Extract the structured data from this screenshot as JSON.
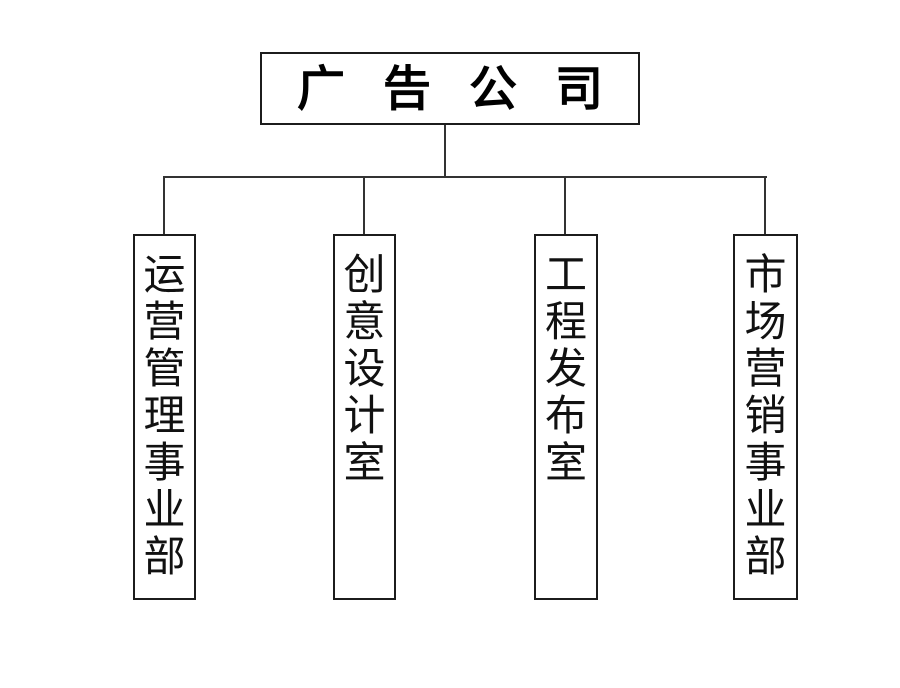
{
  "chart": {
    "type": "org-chart",
    "root_label": "广告公司",
    "departments": [
      {
        "label": "运营管理事业部"
      },
      {
        "label": "创意设计室"
      },
      {
        "label": "工程发布室"
      },
      {
        "label": "市场营销事业部"
      }
    ],
    "colors": {
      "background": "#ffffff",
      "box_border": "#1c1c1c",
      "connector_line": "#333333",
      "title_text": "#000000",
      "department_text": "#111111"
    }
  }
}
